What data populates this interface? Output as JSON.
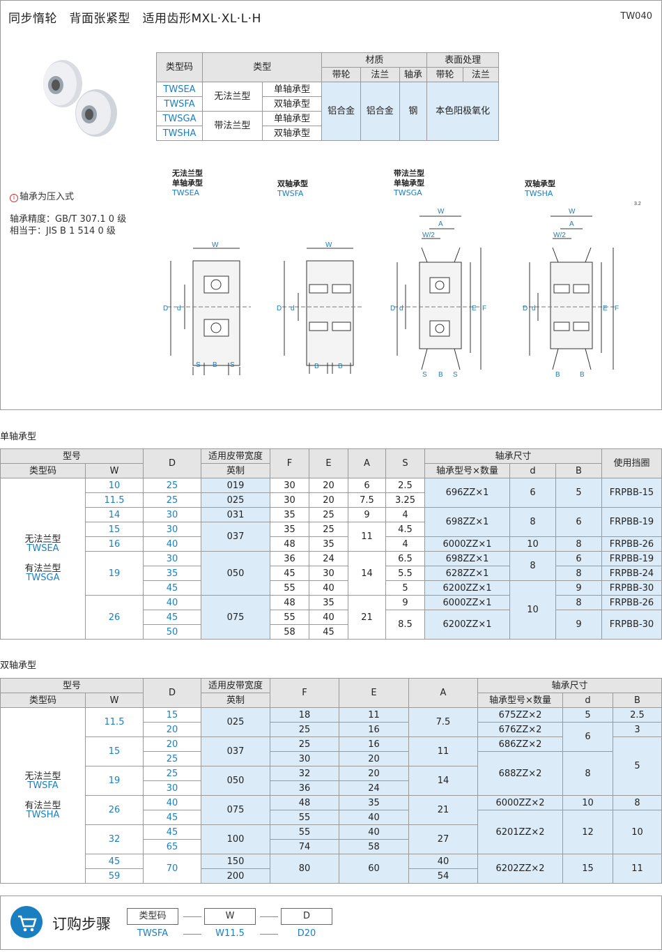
{
  "header": {
    "title": "同步惰轮　背面张紧型　适用齿形MXL·XL·L·H",
    "code": "TW040"
  },
  "material_table": {
    "h_typecode": "类型码",
    "h_type": "类型",
    "h_material": "材质",
    "h_surface": "表面处理",
    "h_pulley": "带轮",
    "h_flange": "法兰",
    "h_bearing": "轴承",
    "h_pulley2": "带轮",
    "h_flange2": "法兰",
    "codes": [
      "TWSEA",
      "TWSFA",
      "TWSGA",
      "TWSHA"
    ],
    "type_noflange": "无法兰型",
    "type_flange": "带法兰型",
    "single": "单轴承型",
    "double": "双轴承型",
    "pulley_mat": "铝合金",
    "flange_mat": "铝合金",
    "bearing_mat": "钢",
    "surface": "本色阳极氧化"
  },
  "notes": {
    "press_fit": "轴承为压入式",
    "precision": "轴承精度：GB/T 307.1 0 级",
    "equivalent": "相当于：JIS B 1 514 0 级",
    "info_icon": "i"
  },
  "diagrams": [
    {
      "l1": "无法兰型",
      "l2": "单轴承型",
      "code": "TWSEA"
    },
    {
      "l1": "",
      "l2": "双轴承型",
      "code": "TWSFA"
    },
    {
      "l1": "带法兰型",
      "l2": "单轴承型",
      "code": "TWSGA"
    },
    {
      "l1": "",
      "l2": "双轴承型",
      "code": "TWSHA"
    }
  ],
  "dim_labels": {
    "W": "W",
    "D": "D",
    "d": "d",
    "S": "S",
    "B": "B",
    "A": "A",
    "W2": "W/2",
    "E": "E",
    "F": "F",
    "rough": "3.2"
  },
  "single": {
    "section": "单轴承型",
    "h": {
      "model": "型号",
      "typecode": "类型码",
      "W": "W",
      "D": "D",
      "width": "适用皮带宽度",
      "imperial": "英制",
      "F": "F",
      "E": "E",
      "A": "A",
      "S": "S",
      "bearing": "轴承尺寸",
      "bmodel": "轴承型号×数量",
      "d": "d",
      "B": "B",
      "ring": "使用挡圈"
    },
    "type1": "无法兰型",
    "code1": "TWSEA",
    "type2": "有法兰型",
    "code2": "TWSGA",
    "W": [
      "10",
      "11.5",
      "14",
      "15",
      "16",
      "19",
      "26"
    ],
    "D": [
      "25",
      "25",
      "30",
      "30",
      "40",
      "30",
      "35",
      "45",
      "40",
      "45",
      "50"
    ],
    "width": [
      "019",
      "025",
      "031",
      "037",
      "050",
      "075"
    ],
    "F": [
      "30",
      "30",
      "35",
      "35",
      "48",
      "36",
      "45",
      "55",
      "48",
      "55",
      "58"
    ],
    "E": [
      "20",
      "20",
      "25",
      "25",
      "35",
      "24",
      "30",
      "40",
      "35",
      "40",
      "45"
    ],
    "A": [
      "6",
      "7.5",
      "9",
      "11",
      "14",
      "21"
    ],
    "S": [
      "2.5",
      "3.25",
      "4",
      "4.5",
      "4",
      "6.5",
      "5.5",
      "5",
      "9",
      "8.5"
    ],
    "bmodel": [
      "696ZZ×1",
      "698ZZ×1",
      "6000ZZ×1",
      "698ZZ×1",
      "628ZZ×1",
      "6200ZZ×1",
      "6000ZZ×1",
      "6200ZZ×1"
    ],
    "d": [
      "6",
      "8",
      "10",
      "8",
      "10"
    ],
    "B": [
      "5",
      "6",
      "8",
      "6",
      "8",
      "9",
      "8",
      "9"
    ],
    "ring": [
      "FRPBB-15",
      "FRPBB-19",
      "FRPBB-26",
      "FRPBB-19",
      "FRPBB-24",
      "FRPBB-30",
      "FRPBB-26",
      "FRPBB-30"
    ]
  },
  "double": {
    "section": "双轴承型",
    "type1": "无法兰型",
    "code1": "TWSFA",
    "type2": "有法兰型",
    "code2": "TWSHA",
    "W": [
      "11.5",
      "15",
      "19",
      "26",
      "32",
      "45",
      "59"
    ],
    "D": [
      "15",
      "20",
      "20",
      "25",
      "25",
      "30",
      "40",
      "45",
      "45",
      "65",
      "70"
    ],
    "width": [
      "025",
      "037",
      "050",
      "075",
      "100",
      "150",
      "200"
    ],
    "F": [
      "18",
      "25",
      "25",
      "30",
      "32",
      "36",
      "48",
      "55",
      "55",
      "74",
      "80"
    ],
    "E": [
      "11",
      "16",
      "16",
      "20",
      "20",
      "24",
      "35",
      "40",
      "40",
      "58",
      "60"
    ],
    "A": [
      "7.5",
      "11",
      "14",
      "21",
      "27",
      "40",
      "54"
    ],
    "bmodel": [
      "675ZZ×2",
      "676ZZ×2",
      "686ZZ×2",
      "688ZZ×2",
      "6000ZZ×2",
      "6201ZZ×2",
      "6202ZZ×2"
    ],
    "d": [
      "5",
      "6",
      "8",
      "10",
      "12",
      "15"
    ],
    "B": [
      "2.5",
      "3",
      "5",
      "8",
      "10",
      "11"
    ]
  },
  "order": {
    "title": "订购步骤",
    "h1": "类型码",
    "h2": "W",
    "h3": "D",
    "v1": "TWSFA",
    "v2": "W11.5",
    "v3": "D20"
  }
}
